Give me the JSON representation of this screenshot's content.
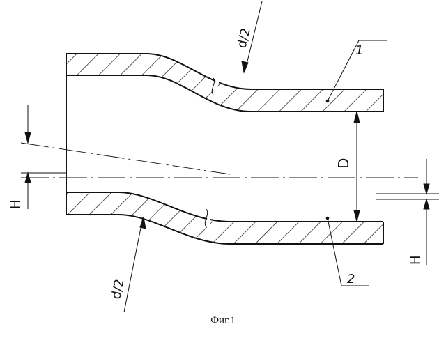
{
  "figure": {
    "caption": "Фиг.1",
    "labels": {
      "d_half_top": "d/2",
      "d_half_bottom": "d/2",
      "part_1": "1",
      "part_2": "2",
      "diameter": "D",
      "offset_left": "H",
      "offset_right": "H"
    },
    "colors": {
      "stroke": "#111111",
      "background": "#ffffff"
    }
  }
}
